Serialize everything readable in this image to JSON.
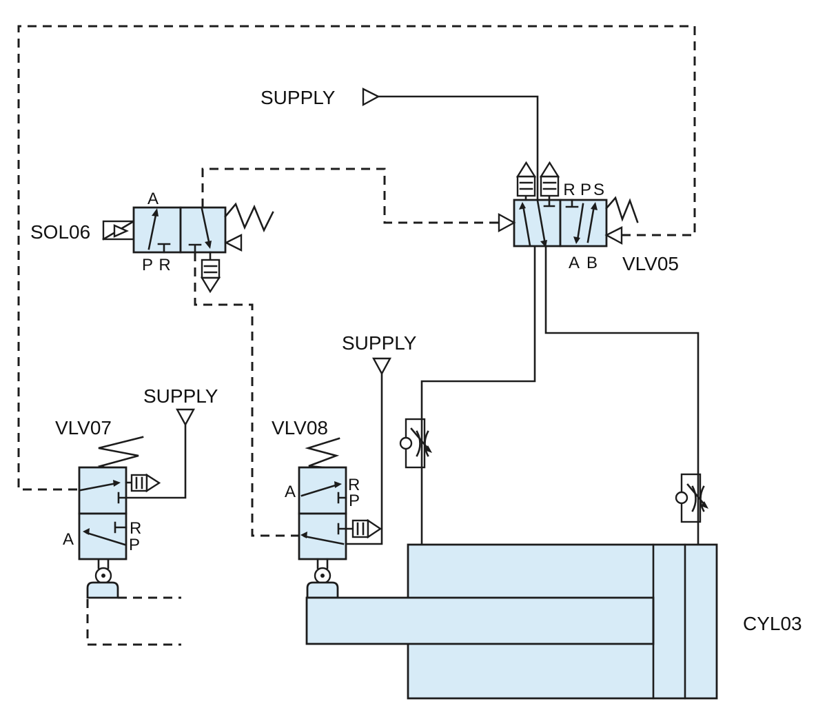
{
  "diagram": {
    "type": "pneumatic-circuit-schematic",
    "supply_labels": {
      "top": "SUPPLY",
      "middle": "SUPPLY",
      "left": "SUPPLY"
    },
    "components": {
      "sol06": {
        "label": "SOL06",
        "ports": {
          "a": "A",
          "p": "P",
          "r": "R"
        }
      },
      "vlv05": {
        "label": "VLV05",
        "ports": {
          "r": "R",
          "p": "P",
          "s": "S",
          "a": "A",
          "b": "B"
        }
      },
      "vlv07": {
        "label": "VLV07",
        "ports": {
          "a": "A",
          "r": "R",
          "p": "P"
        }
      },
      "vlv08": {
        "label": "VLV08",
        "ports": {
          "a": "A",
          "r": "R",
          "p": "P"
        }
      },
      "cyl03": {
        "label": "CYL03"
      }
    },
    "colors": {
      "component_fill": "#d7ebf7",
      "line_color": "#1c1c1c",
      "background": "#ffffff"
    }
  }
}
